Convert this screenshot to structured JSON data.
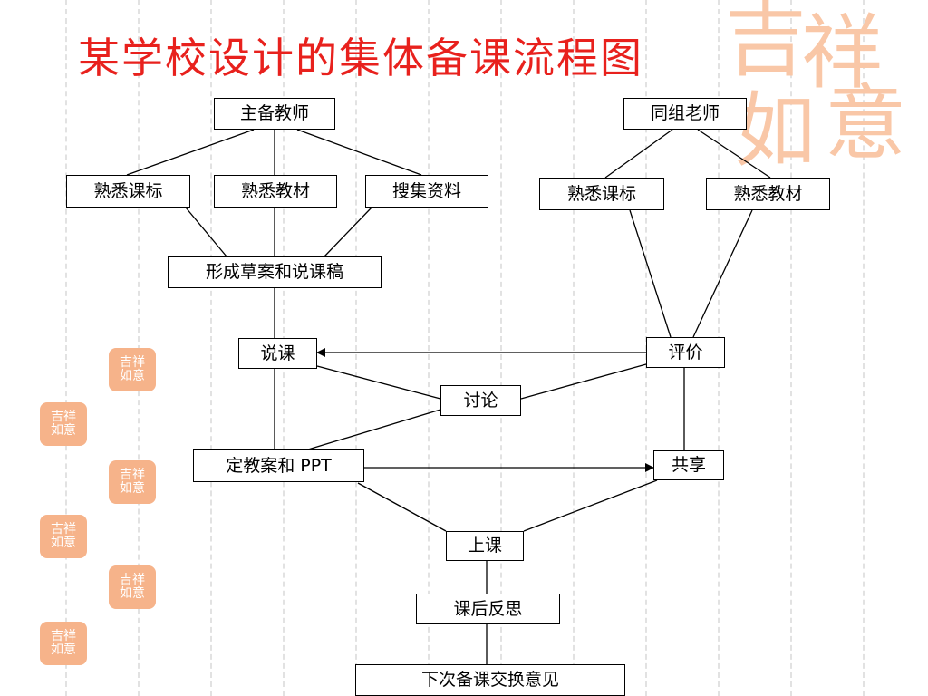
{
  "title": "某学校设计的集体备课流程图",
  "decor": {
    "seal_text": "吉祥如意",
    "seal_color": "#f6b38a",
    "title_color": "#e8211d"
  },
  "nodes": {
    "lead_teacher": "主备教师",
    "curriculum_std_left": "熟悉课标",
    "textbook_left": "熟悉教材",
    "collect_materials": "搜集资料",
    "draft_plan": "形成草案和说课稿",
    "shuoke": "说课",
    "group_teachers": "同组老师",
    "curriculum_std_right": "熟悉课标",
    "textbook_right": "熟悉教材",
    "evaluate": "评价",
    "discuss": "讨论",
    "finalize": "定教案和 PPT",
    "share": "共享",
    "teach": "上课",
    "reflect": "课后反思",
    "exchange": "下次备课交换意见"
  }
}
